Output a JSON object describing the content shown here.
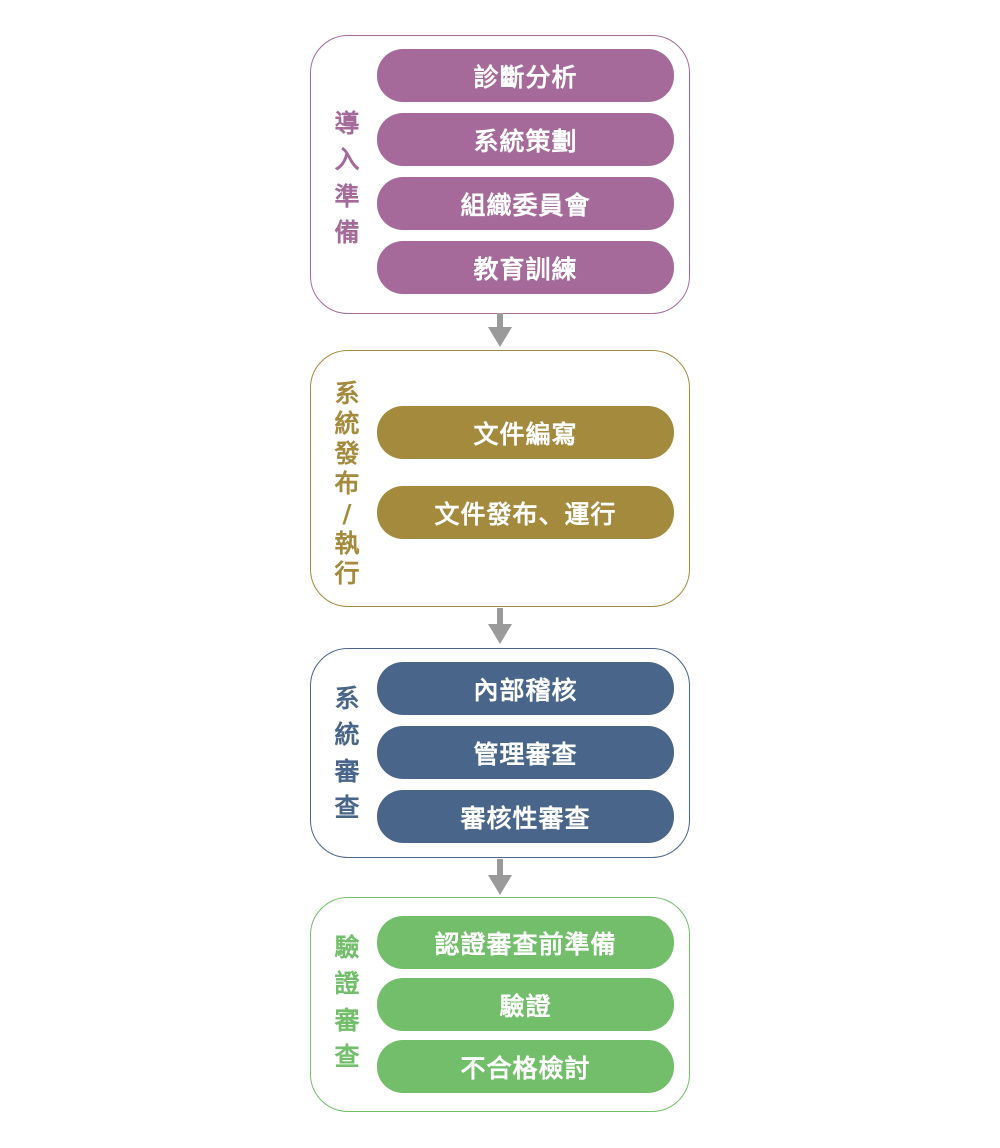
{
  "stages": [
    {
      "label": "導入準備",
      "color": "#a56a9a",
      "steps": [
        "診斷分析",
        "系統策劃",
        "組織委員會",
        "教育訓練"
      ]
    },
    {
      "label": "系統發布/執行",
      "color": "#a48a3d",
      "steps": [
        "文件編寫",
        "文件發布、運行"
      ]
    },
    {
      "label": "系統審查",
      "color": "#4a658a",
      "steps": [
        "內部稽核",
        "管理審查",
        "審核性審查"
      ]
    },
    {
      "label": "驗證審查",
      "color": "#72be6a",
      "steps": [
        "認證審查前準備",
        "驗證",
        "不合格檢討"
      ]
    }
  ],
  "arrow_color": "#9a9a9a"
}
